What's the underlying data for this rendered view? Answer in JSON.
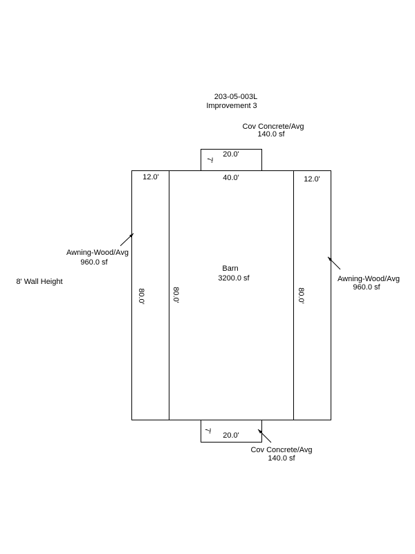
{
  "header": {
    "parcel_id": "203-05-003L",
    "improvement": "Improvement 3"
  },
  "note": {
    "wall_height": "8' Wall Height"
  },
  "areas": {
    "barn": {
      "name": "Barn",
      "size": "3200.0 sf",
      "width": "40.0'",
      "length": "80.0'"
    },
    "awning_left": {
      "name": "Awning-Wood/Avg",
      "size": "960.0 sf",
      "width": "12.0'",
      "length": "80.0'"
    },
    "awning_right": {
      "name": "Awning-Wood/Avg",
      "size": "960.0 sf",
      "width": "12.0'",
      "length": "80.0'"
    },
    "porch_top": {
      "name": "Cov Concrete/Avg",
      "size": "140.0 sf",
      "width": "20.0'",
      "depth": "7'"
    },
    "porch_bottom": {
      "name": "Cov Concrete/Avg",
      "size": "140.0 sf",
      "width": "20.0'",
      "depth": "7'"
    }
  },
  "colors": {
    "line": "#000000",
    "background": "#ffffff"
  }
}
